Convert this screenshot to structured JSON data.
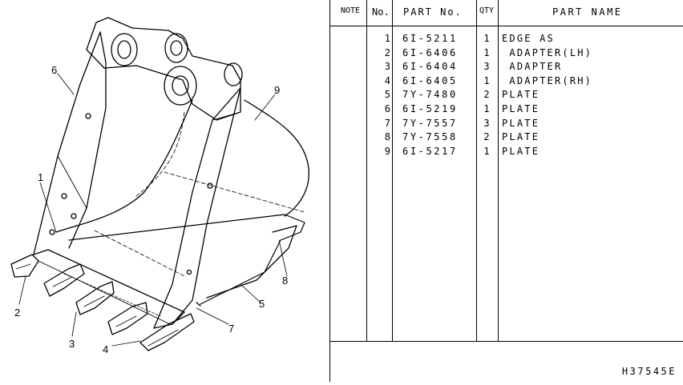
{
  "table": {
    "headers": {
      "note": "NOTE",
      "no": "No.",
      "part_no": "PART No.",
      "qty": "QTY",
      "part_name": "PART NAME"
    },
    "rows": [
      {
        "no": "1",
        "part_no": "6I-5211",
        "qty": "1",
        "name": "EDGE AS"
      },
      {
        "no": "2",
        "part_no": "6I-6406",
        "qty": "1",
        "name": " ADAPTER(LH)"
      },
      {
        "no": "3",
        "part_no": "6I-6404",
        "qty": "3",
        "name": " ADAPTER"
      },
      {
        "no": "4",
        "part_no": "6I-6405",
        "qty": "1",
        "name": " ADAPTER(RH)"
      },
      {
        "no": "5",
        "part_no": "7Y-7480",
        "qty": "2",
        "name": "PLATE"
      },
      {
        "no": "6",
        "part_no": "6I-5219",
        "qty": "1",
        "name": "PLATE"
      },
      {
        "no": "7",
        "part_no": "7Y-7557",
        "qty": "3",
        "name": "PLATE"
      },
      {
        "no": "8",
        "part_no": "7Y-7558",
        "qty": "2",
        "name": "PLATE"
      },
      {
        "no": "9",
        "part_no": "6I-5217",
        "qty": "1",
        "name": "PLATE"
      }
    ]
  },
  "drawing_code": "H37545E",
  "callouts": [
    "1",
    "2",
    "3",
    "4",
    "5",
    "6",
    "7",
    "8",
    "9"
  ]
}
